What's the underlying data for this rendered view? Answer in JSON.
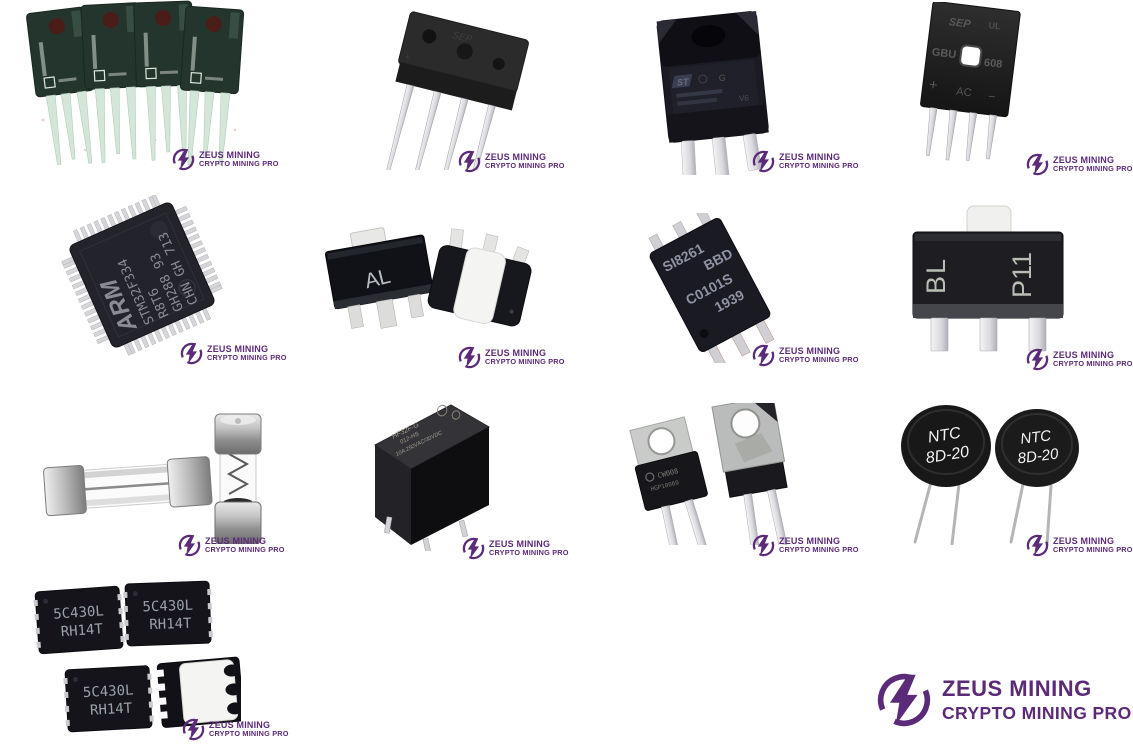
{
  "watermark": {
    "line1": "ZEUS MINING",
    "line2": "CRYPTO MINING PRO"
  },
  "footer_logo": {
    "line1": "ZEUS MINING",
    "line2": "CRYPTO MINING PRO"
  },
  "colors": {
    "brand_purple": "#5b2a78"
  },
  "markings": {
    "gbu608": {
      "brand": "SEP",
      "cert": "UL",
      "series": "GBU",
      "code": "608",
      "plus": "+",
      "ac": "AC",
      "minus": "−"
    },
    "mcu": {
      "brand": "ARM",
      "part": "STM32F334",
      "grade": "R8T6",
      "lot": "GH288 93",
      "origin": "CHN GH 713"
    },
    "st_igbt": {
      "grade": "G",
      "rev": "V6"
    },
    "sot89": {
      "code": "AL"
    },
    "si8261": {
      "part": "SI8261",
      "suffix": "BBD",
      "lot": "C0101S",
      "date": "1939"
    },
    "bl_p11": {
      "left": "BL",
      "right": "P11"
    },
    "relay": {
      "l1": "HF32F-G",
      "l2": "012-HS",
      "l3": "10A 250VAC/30VDC"
    },
    "to220": {
      "l1": "CW008",
      "l2": "HGP10060"
    },
    "ntc": {
      "l1": "NTC",
      "l2": "8D-20"
    },
    "dfn": {
      "l1": "5C430L",
      "l2": "RH14T"
    }
  }
}
